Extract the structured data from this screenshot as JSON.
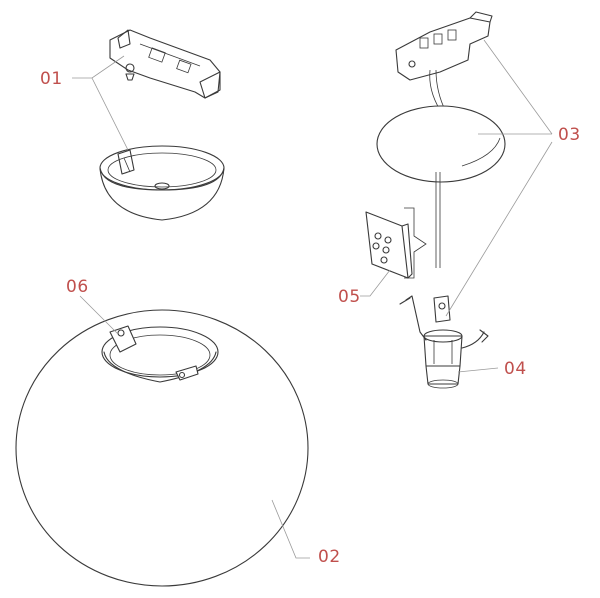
{
  "diagram": {
    "callouts": [
      {
        "id": "01",
        "label": "01"
      },
      {
        "id": "02",
        "label": "02"
      },
      {
        "id": "03",
        "label": "03"
      },
      {
        "id": "04",
        "label": "04"
      },
      {
        "id": "05",
        "label": "05"
      },
      {
        "id": "06",
        "label": "06"
      }
    ],
    "colors": {
      "callout_text": "#c0504d",
      "line_art": "#3a3a3a",
      "leader_line": "#9a9a9a",
      "background": "#ffffff"
    }
  }
}
